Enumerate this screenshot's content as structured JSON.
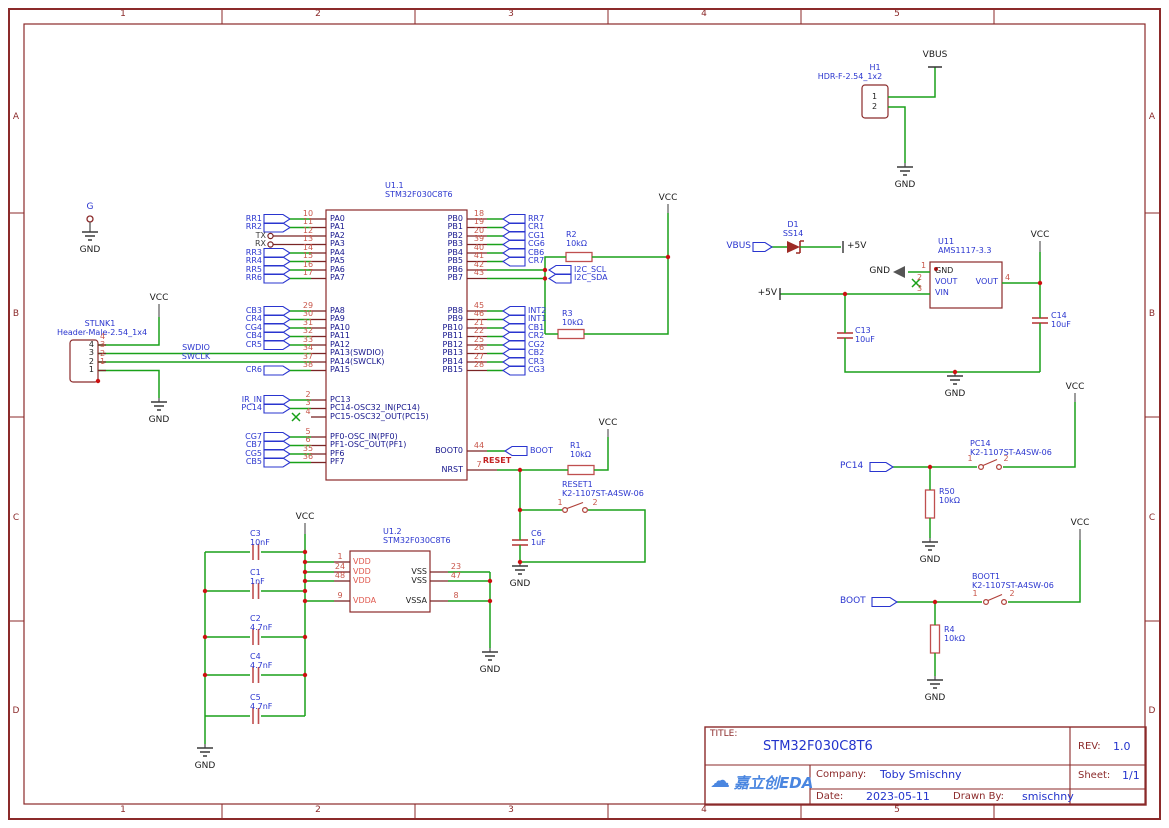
{
  "border": {
    "columns": [
      "1",
      "2",
      "3",
      "4",
      "5"
    ],
    "rows": [
      "A",
      "B",
      "C",
      "D"
    ]
  },
  "colors": {
    "wire": "#1aa11a",
    "outline": "#8b2a2a",
    "flag_blue": "#2a35cf",
    "pin_number_red": "#c8564a",
    "junction_red": "#cc1111",
    "value_blue": "#2233cc"
  },
  "tp_g": {
    "label": "G",
    "gnd": "GND"
  },
  "h1": {
    "ref": "H1",
    "part": "HDR-F-2.54_1x2",
    "pins": [
      "1",
      "2"
    ],
    "vbus": "VBUS",
    "gnd": "GND"
  },
  "stlnk": {
    "ref": "STLNK1",
    "part": "Header-Male-2.54_1x4",
    "pins": [
      "4",
      "3",
      "2",
      "1"
    ],
    "nets": [
      "SWDIO",
      "SWCLK"
    ],
    "vcc": "VCC",
    "gnd": "GND"
  },
  "u1_1": {
    "ref": "U1.1",
    "part": "STM32F030C8T6",
    "left_groups": [
      {
        "pins": [
          {
            "num": "10",
            "name": "PA0",
            "flag": "RR1",
            "type": "flag"
          },
          {
            "num": "11",
            "name": "PA1",
            "flag": "RR2",
            "type": "flag"
          },
          {
            "num": "12",
            "name": "PA2",
            "flag": "TX",
            "type": "circle"
          },
          {
            "num": "13",
            "name": "PA3",
            "flag": "RX",
            "type": "circle"
          },
          {
            "num": "14",
            "name": "PA4",
            "flag": "RR3",
            "type": "flag"
          },
          {
            "num": "15",
            "name": "PA5",
            "flag": "RR4",
            "type": "flag"
          },
          {
            "num": "16",
            "name": "PA6",
            "flag": "RR5",
            "type": "flag"
          },
          {
            "num": "17",
            "name": "PA7",
            "flag": "RR6",
            "type": "flag"
          }
        ]
      },
      {
        "pins": [
          {
            "num": "29",
            "name": "PA8",
            "flag": "CB3",
            "type": "flag"
          },
          {
            "num": "30",
            "name": "PA9",
            "flag": "CR4",
            "type": "flag"
          },
          {
            "num": "31",
            "name": "PA10",
            "flag": "CG4",
            "type": "flag"
          },
          {
            "num": "32",
            "name": "PA11",
            "flag": "CB4",
            "type": "flag"
          },
          {
            "num": "33",
            "name": "PA12",
            "flag": "CR5",
            "type": "flag"
          },
          {
            "num": "34",
            "name": "PA13(SWDIO)",
            "type": "wire"
          },
          {
            "num": "37",
            "name": "PA14(SWCLK)",
            "type": "wire"
          },
          {
            "num": "38",
            "name": "PA15",
            "flag": "CR6",
            "type": "flag"
          }
        ]
      },
      {
        "pins": [
          {
            "num": "2",
            "name": "PC13",
            "flag": "IR_IN",
            "type": "flag"
          },
          {
            "num": "3",
            "name": "PC14-OSC32_IN(PC14)",
            "flag": "PC14",
            "type": "flag"
          },
          {
            "num": "4",
            "name": "PC15-OSC32_OUT(PC15)",
            "type": "nc"
          }
        ]
      },
      {
        "pins": [
          {
            "num": "5",
            "name": "PF0-OSC_IN(PF0)",
            "flag": "CG7",
            "type": "flag"
          },
          {
            "num": "6",
            "name": "PF1-OSC_OUT(PF1)",
            "flag": "CB7",
            "type": "flag"
          },
          {
            "num": "35",
            "name": "PF6",
            "flag": "CG5",
            "type": "flag"
          },
          {
            "num": "36",
            "name": "PF7",
            "flag": "CB5",
            "type": "flag"
          }
        ]
      }
    ],
    "right_groups": [
      {
        "pins": [
          {
            "num": "18",
            "name": "PB0",
            "flag": "RR7",
            "type": "flag"
          },
          {
            "num": "19",
            "name": "PB1",
            "flag": "CR1",
            "type": "flag"
          },
          {
            "num": "20",
            "name": "PB2",
            "flag": "CG1",
            "type": "flag"
          },
          {
            "num": "39",
            "name": "PB3",
            "flag": "CG6",
            "type": "flag"
          },
          {
            "num": "40",
            "name": "PB4",
            "flag": "CB6",
            "type": "flag"
          },
          {
            "num": "41",
            "name": "PB5",
            "flag": "CR7",
            "type": "flag"
          },
          {
            "num": "42",
            "name": "PB6",
            "flag": "I2C_SCL",
            "type": "i2c"
          },
          {
            "num": "43",
            "name": "PB7",
            "flag": "I2C_SDA",
            "type": "i2c"
          }
        ]
      },
      {
        "pins": [
          {
            "num": "45",
            "name": "PB8",
            "flag": "INT2",
            "type": "flag"
          },
          {
            "num": "46",
            "name": "PB9",
            "flag": "INT1",
            "type": "flag"
          },
          {
            "num": "21",
            "name": "PB10",
            "flag": "CB1",
            "type": "flag"
          },
          {
            "num": "22",
            "name": "PB11",
            "flag": "CR2",
            "type": "flag"
          },
          {
            "num": "25",
            "name": "PB12",
            "flag": "CG2",
            "type": "flag"
          },
          {
            "num": "26",
            "name": "PB13",
            "flag": "CB2",
            "type": "flag"
          },
          {
            "num": "27",
            "name": "PB14",
            "flag": "CR3",
            "type": "flag"
          },
          {
            "num": "28",
            "name": "PB15",
            "flag": "CG3",
            "type": "flag"
          }
        ]
      }
    ],
    "boot0": {
      "num": "44",
      "name": "BOOT0",
      "flag": "BOOT"
    },
    "nrst": {
      "num": "7",
      "name": "NRST"
    }
  },
  "i2c": {
    "vcc": "VCC",
    "scl": "I2C_SCL",
    "sda": "I2C_SDA",
    "r2": {
      "ref": "R2",
      "value": "10kΩ"
    },
    "r3": {
      "ref": "R3",
      "value": "10kΩ"
    }
  },
  "reset": {
    "net": "RESET",
    "vcc": "VCC",
    "gnd": "GND",
    "r1": {
      "ref": "R1",
      "value": "10kΩ"
    },
    "sw": {
      "ref": "RESET1",
      "part": "K2-1107ST-A4SW-06",
      "pins": [
        "1",
        "2"
      ]
    },
    "c6": {
      "ref": "C6",
      "value": "1uF"
    }
  },
  "power": {
    "vbus": "VBUS",
    "p5v": "+5V",
    "vcc": "VCC",
    "gnd": "GND",
    "d1": {
      "ref": "D1",
      "part": "SS14"
    },
    "u11": {
      "ref": "U11",
      "part": "AMS1117-3.3",
      "gnd_flag": "GND",
      "pins": [
        {
          "num": "1",
          "name": "GND"
        },
        {
          "num": "2",
          "name": "VOUT"
        },
        {
          "num": "3",
          "name": "VIN"
        },
        {
          "num": "4",
          "name": "VOUT"
        }
      ]
    },
    "c13": {
      "ref": "C13",
      "value": "10uF"
    },
    "c14": {
      "ref": "C14",
      "value": "10uF"
    }
  },
  "pc14_sw": {
    "flag": "PC14",
    "sw_ref": "PC14",
    "sw_part": "K2-1107ST-A4SW-06",
    "pins": [
      "1",
      "2"
    ],
    "r50": {
      "ref": "R50",
      "value": "10kΩ"
    },
    "vcc": "VCC",
    "gnd": "GND"
  },
  "boot_sw": {
    "flag": "BOOT",
    "sw_ref": "BOOT1",
    "sw_part": "K2-1107ST-A4SW-06",
    "pins": [
      "1",
      "2"
    ],
    "r4": {
      "ref": "R4",
      "value": "10kΩ"
    },
    "vcc": "VCC",
    "gnd": "GND"
  },
  "u1_2": {
    "ref": "U1.2",
    "part": "STM32F030C8T6",
    "vc​c": "VCC",
    "vcc": "VCC",
    "gnd": "GND",
    "left_pins": [
      {
        "num": "1",
        "name": "VDD"
      },
      {
        "num": "24",
        "name": "VDD"
      },
      {
        "num": "48",
        "name": "VDD"
      },
      {
        "num": "9",
        "name": "VDDA"
      }
    ],
    "right_pins": [
      {
        "num": "23",
        "name": "VSS"
      },
      {
        "num": "47",
        "name": "VSS"
      },
      {
        "num": "8",
        "name": "VSSA"
      }
    ]
  },
  "caps": {
    "gnd": "GND",
    "vcc": "VCC",
    "items": [
      {
        "ref": "C3",
        "value": "10nF"
      },
      {
        "ref": "C1",
        "value": "1nF"
      },
      {
        "ref": "C2",
        "value": "4.7nF"
      },
      {
        "ref": "C4",
        "value": "4.7nF"
      },
      {
        "ref": "C5",
        "value": "4.7nF"
      }
    ]
  },
  "icons": {
    "cloud": "☁"
  },
  "title_block": {
    "title_label": "TITLE:",
    "title": "STM32F030C8T6",
    "rev_label": "REV:",
    "rev": "1.0",
    "company_label": "Company:",
    "company": "Toby Smischny",
    "sheet_label": "Sheet:",
    "sheet": "1/1",
    "date_label": "Date:",
    "date": "2023-05-11",
    "drawn_label": "Drawn By:",
    "drawn": "smischny",
    "logo": "嘉立创EDA"
  }
}
